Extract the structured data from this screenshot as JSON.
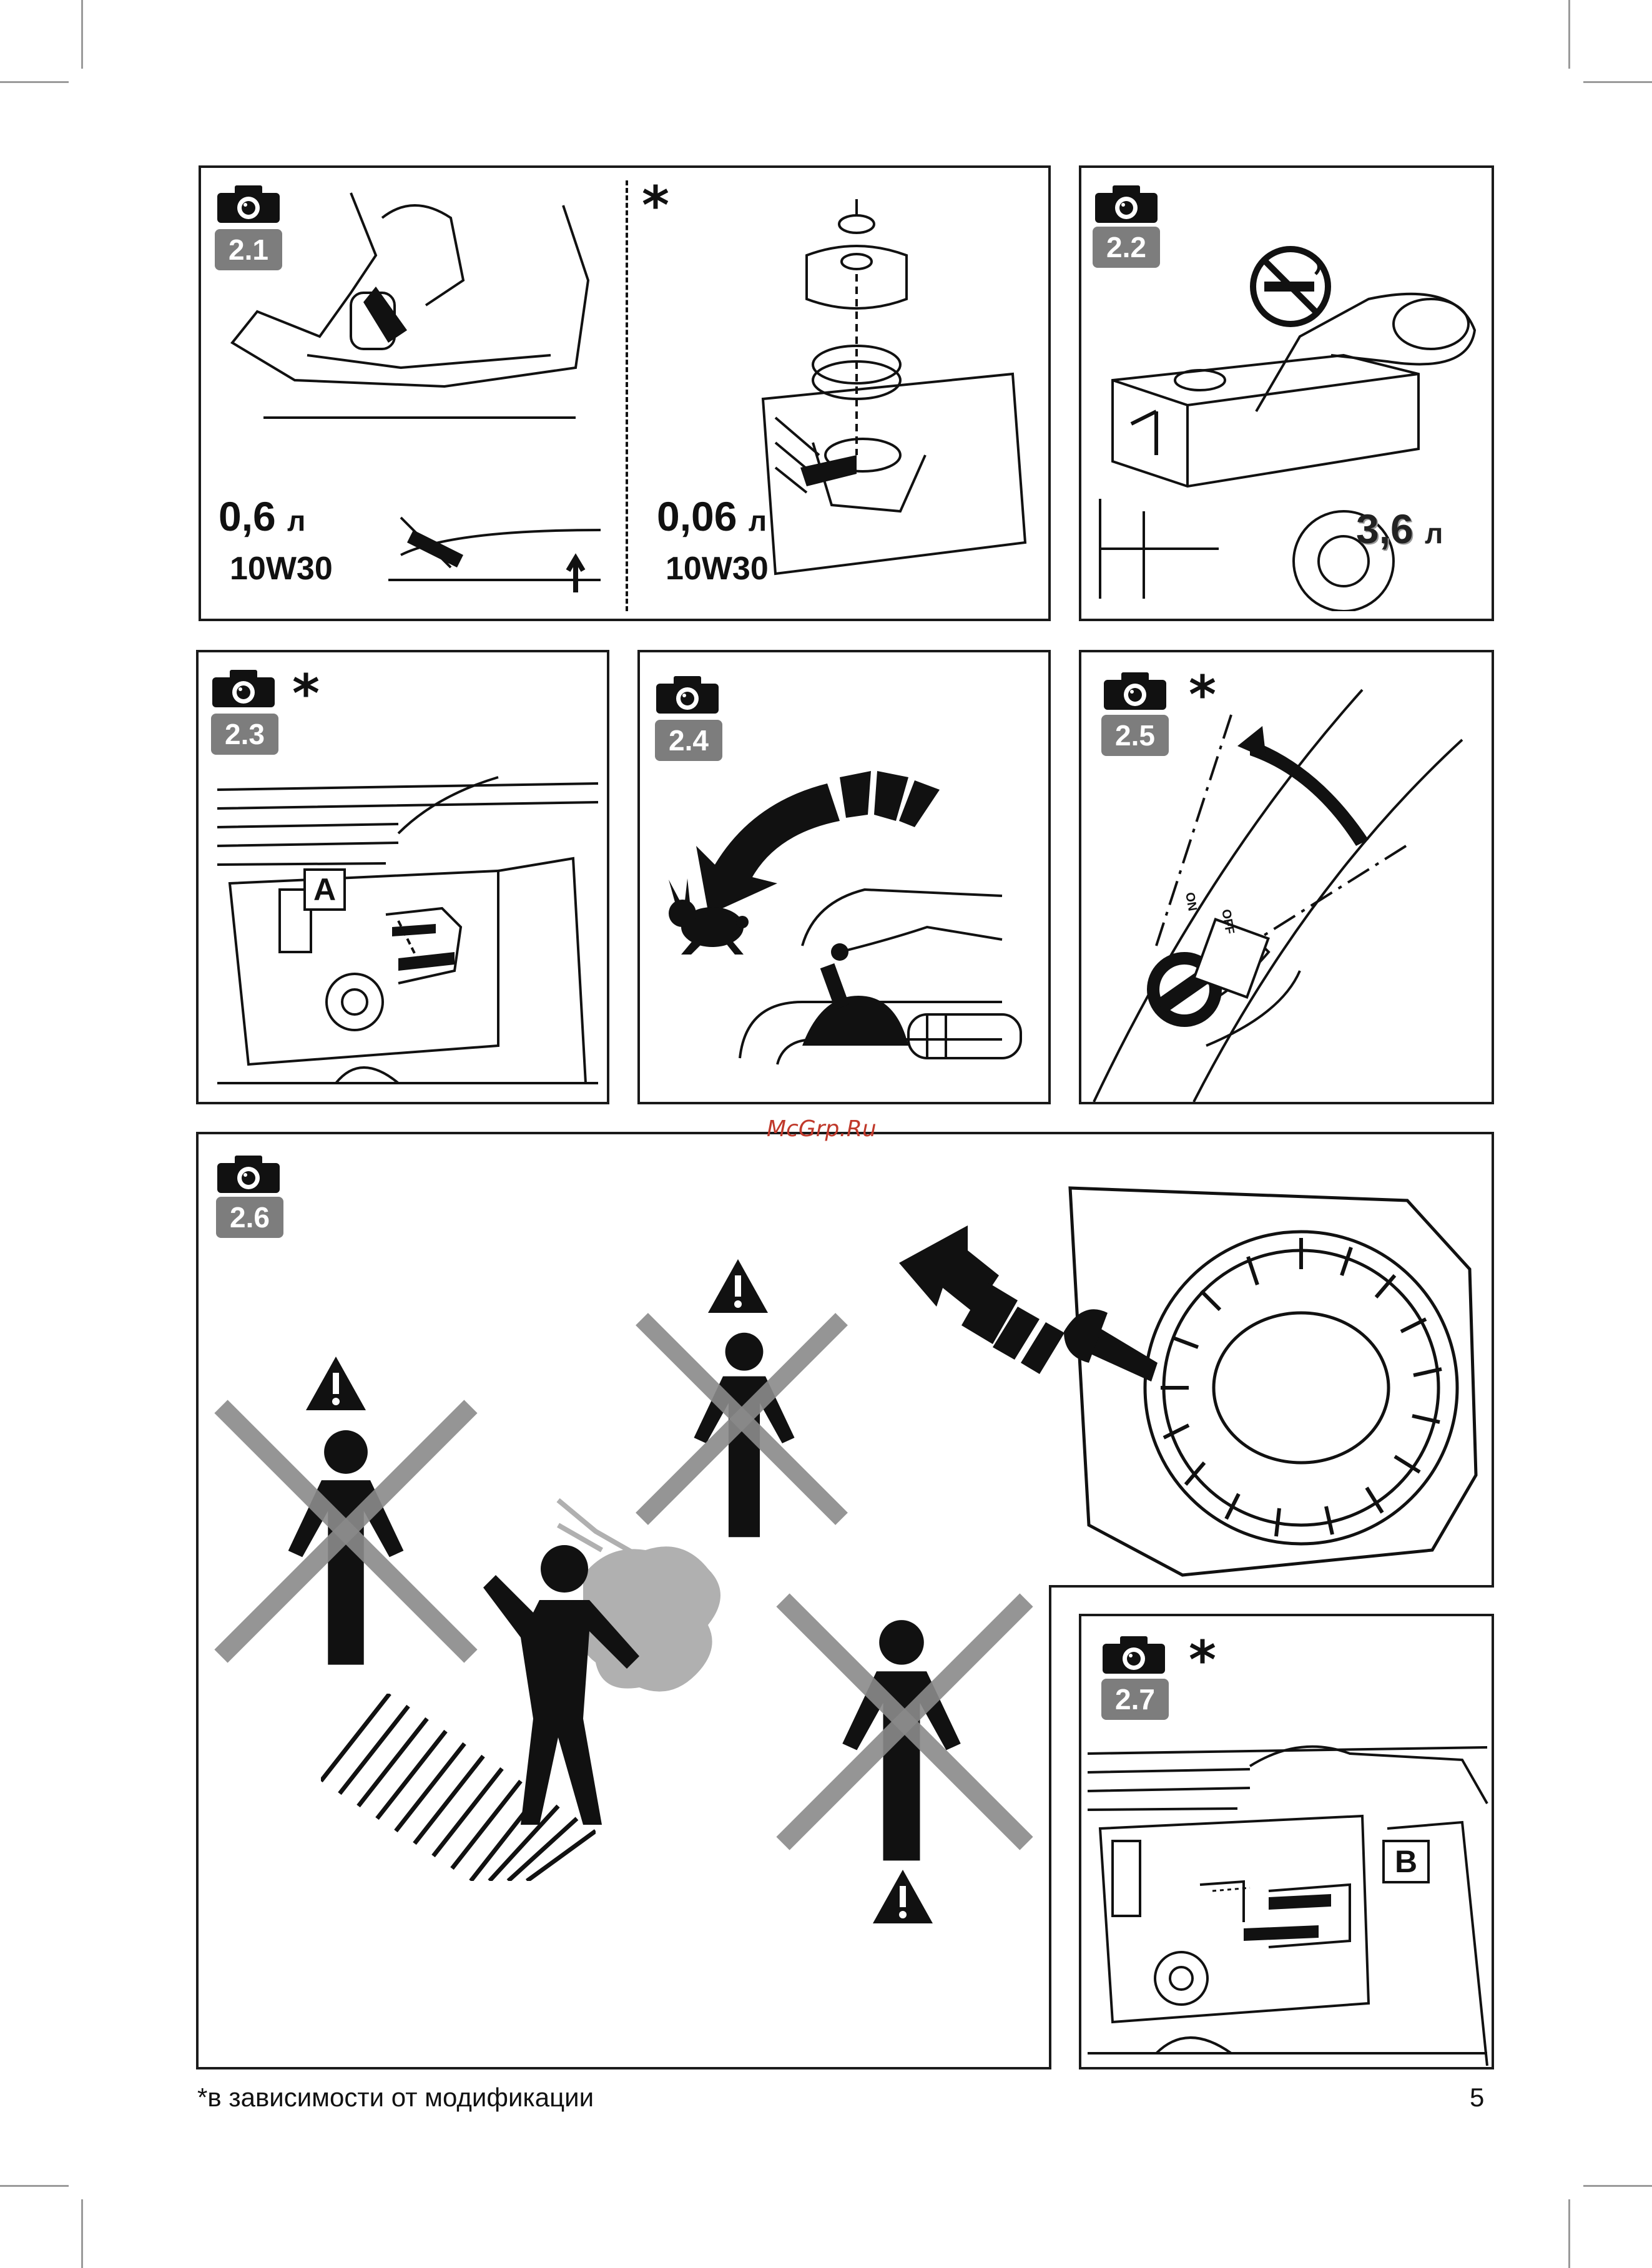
{
  "panels": [
    {
      "id": "2.1",
      "label": "2.1",
      "oil_volume": "0,6",
      "unit": "л",
      "oil_grade": "10W30"
    },
    {
      "id": "2.1b",
      "marker": "*",
      "oil_volume": "0,06",
      "unit": "л",
      "oil_grade": "10W30"
    },
    {
      "id": "2.2",
      "label": "2.2",
      "fuel_volume": "3,6",
      "unit": "л"
    },
    {
      "id": "2.3",
      "label": "2.3",
      "marker": "*",
      "choke_position": "A"
    },
    {
      "id": "2.4",
      "label": "2.4"
    },
    {
      "id": "2.5",
      "label": "2.5",
      "marker": "*",
      "switch_on": "ON",
      "switch_off": "OFF"
    },
    {
      "id": "2.6",
      "label": "2.6"
    },
    {
      "id": "2.7",
      "label": "2.7",
      "marker": "*",
      "choke_position": "B"
    }
  ],
  "watermark": "McGrp.Ru",
  "footer": {
    "note": "*в зависимости от модификации",
    "page_number": "5"
  },
  "icons": [
    "camera-icon",
    "warning-triangle-icon",
    "no-smoking-icon",
    "rabbit-icon",
    "arrow-icon"
  ],
  "colors": {
    "badge": "#7d7d7d",
    "cross": "#8a8a8a",
    "border": "#1a1a1a",
    "watermark": "#c0392b"
  }
}
